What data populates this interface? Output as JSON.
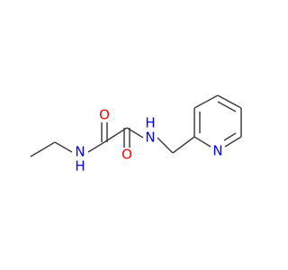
{
  "molecule": {
    "atoms": {
      "o_top": "O",
      "o_bottom": "O",
      "n_left": "N",
      "h_left": "H",
      "n_right": "N",
      "h_right": "H",
      "n_pyridine": "N"
    }
  },
  "colors": {
    "bond": "#404040",
    "oxygen": "#ff0000",
    "nitrogen": "#0000ff"
  }
}
